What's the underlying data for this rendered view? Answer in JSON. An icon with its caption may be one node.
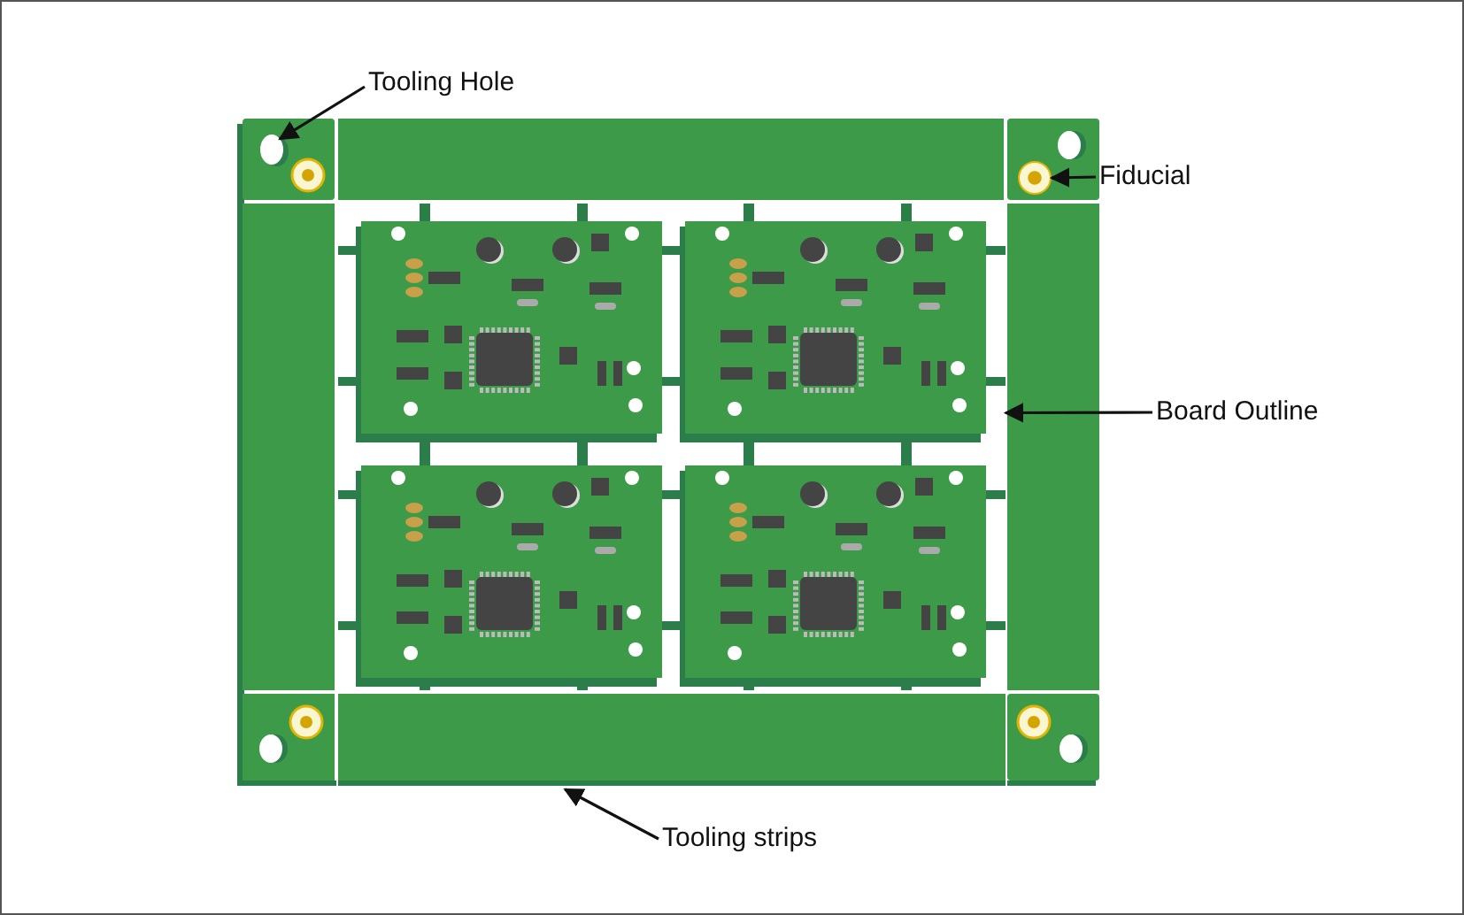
{
  "diagram": {
    "nodes": [
      {
        "text": [
          "Tooling Hole"
        ]
      },
      {
        "text": [],
        "shape": "circle"
      },
      {
        "text": [
          "Fiducial"
        ]
      },
      {
        "text": [],
        "shape": "circle"
      },
      {
        "text": [
          "Board Outline"
        ]
      },
      {
        "text": [],
        "shape": "box"
      },
      {
        "text": [
          "Tooling strips"
        ]
      },
      {
        "text": [],
        "shape": "bar"
      }
    ],
    "edges": [
      {
        "from": 0,
        "to": 1,
        "arrow": "to"
      },
      {
        "from": 2,
        "to": 3,
        "arrow": "to"
      },
      {
        "from": 4,
        "to": 5,
        "arrow": "to"
      },
      {
        "from": 6,
        "to": 7,
        "arrow": "to"
      }
    ]
  }
}
